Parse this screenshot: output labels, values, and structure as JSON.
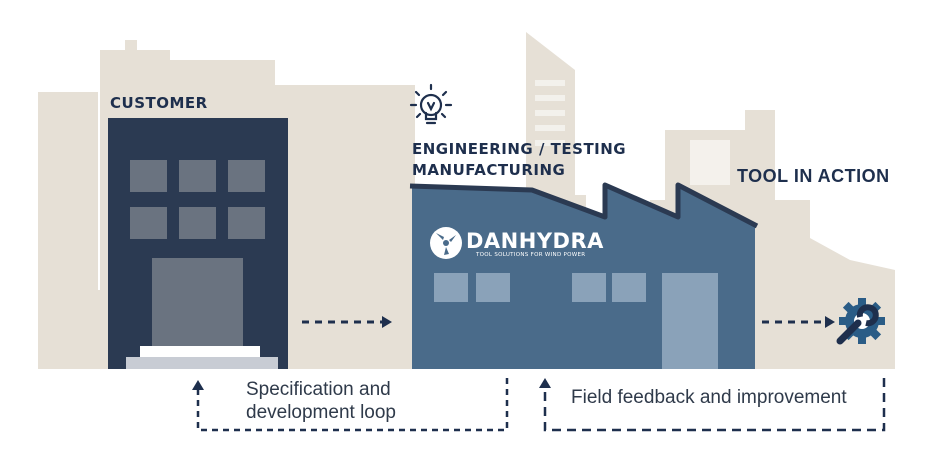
{
  "labels": {
    "customer": "CUSTOMER",
    "engineering_line1": "ENGINEERING / TESTING",
    "engineering_line2": "MANUFACTURING",
    "tool_in_action": "TOOL IN ACTION"
  },
  "brand": {
    "name": "DANHYDRA",
    "tagline": "TOOL SOLUTIONS FOR WIND POWER"
  },
  "captions": {
    "spec_line1": "Specification and",
    "spec_line2": "development loop",
    "feedback": "Field feedback and improvement"
  },
  "colors": {
    "skyline": "#e6e0d6",
    "customer_building": "#2b3a52",
    "factory": "#4a6b8a",
    "navy_text": "#1e2f4d",
    "arrow": "#1e2f4d",
    "tool_icon": "#2a5c86"
  },
  "icons": [
    "lightbulb-icon",
    "gear-wrench-icon",
    "danhydra-logo-icon"
  ]
}
